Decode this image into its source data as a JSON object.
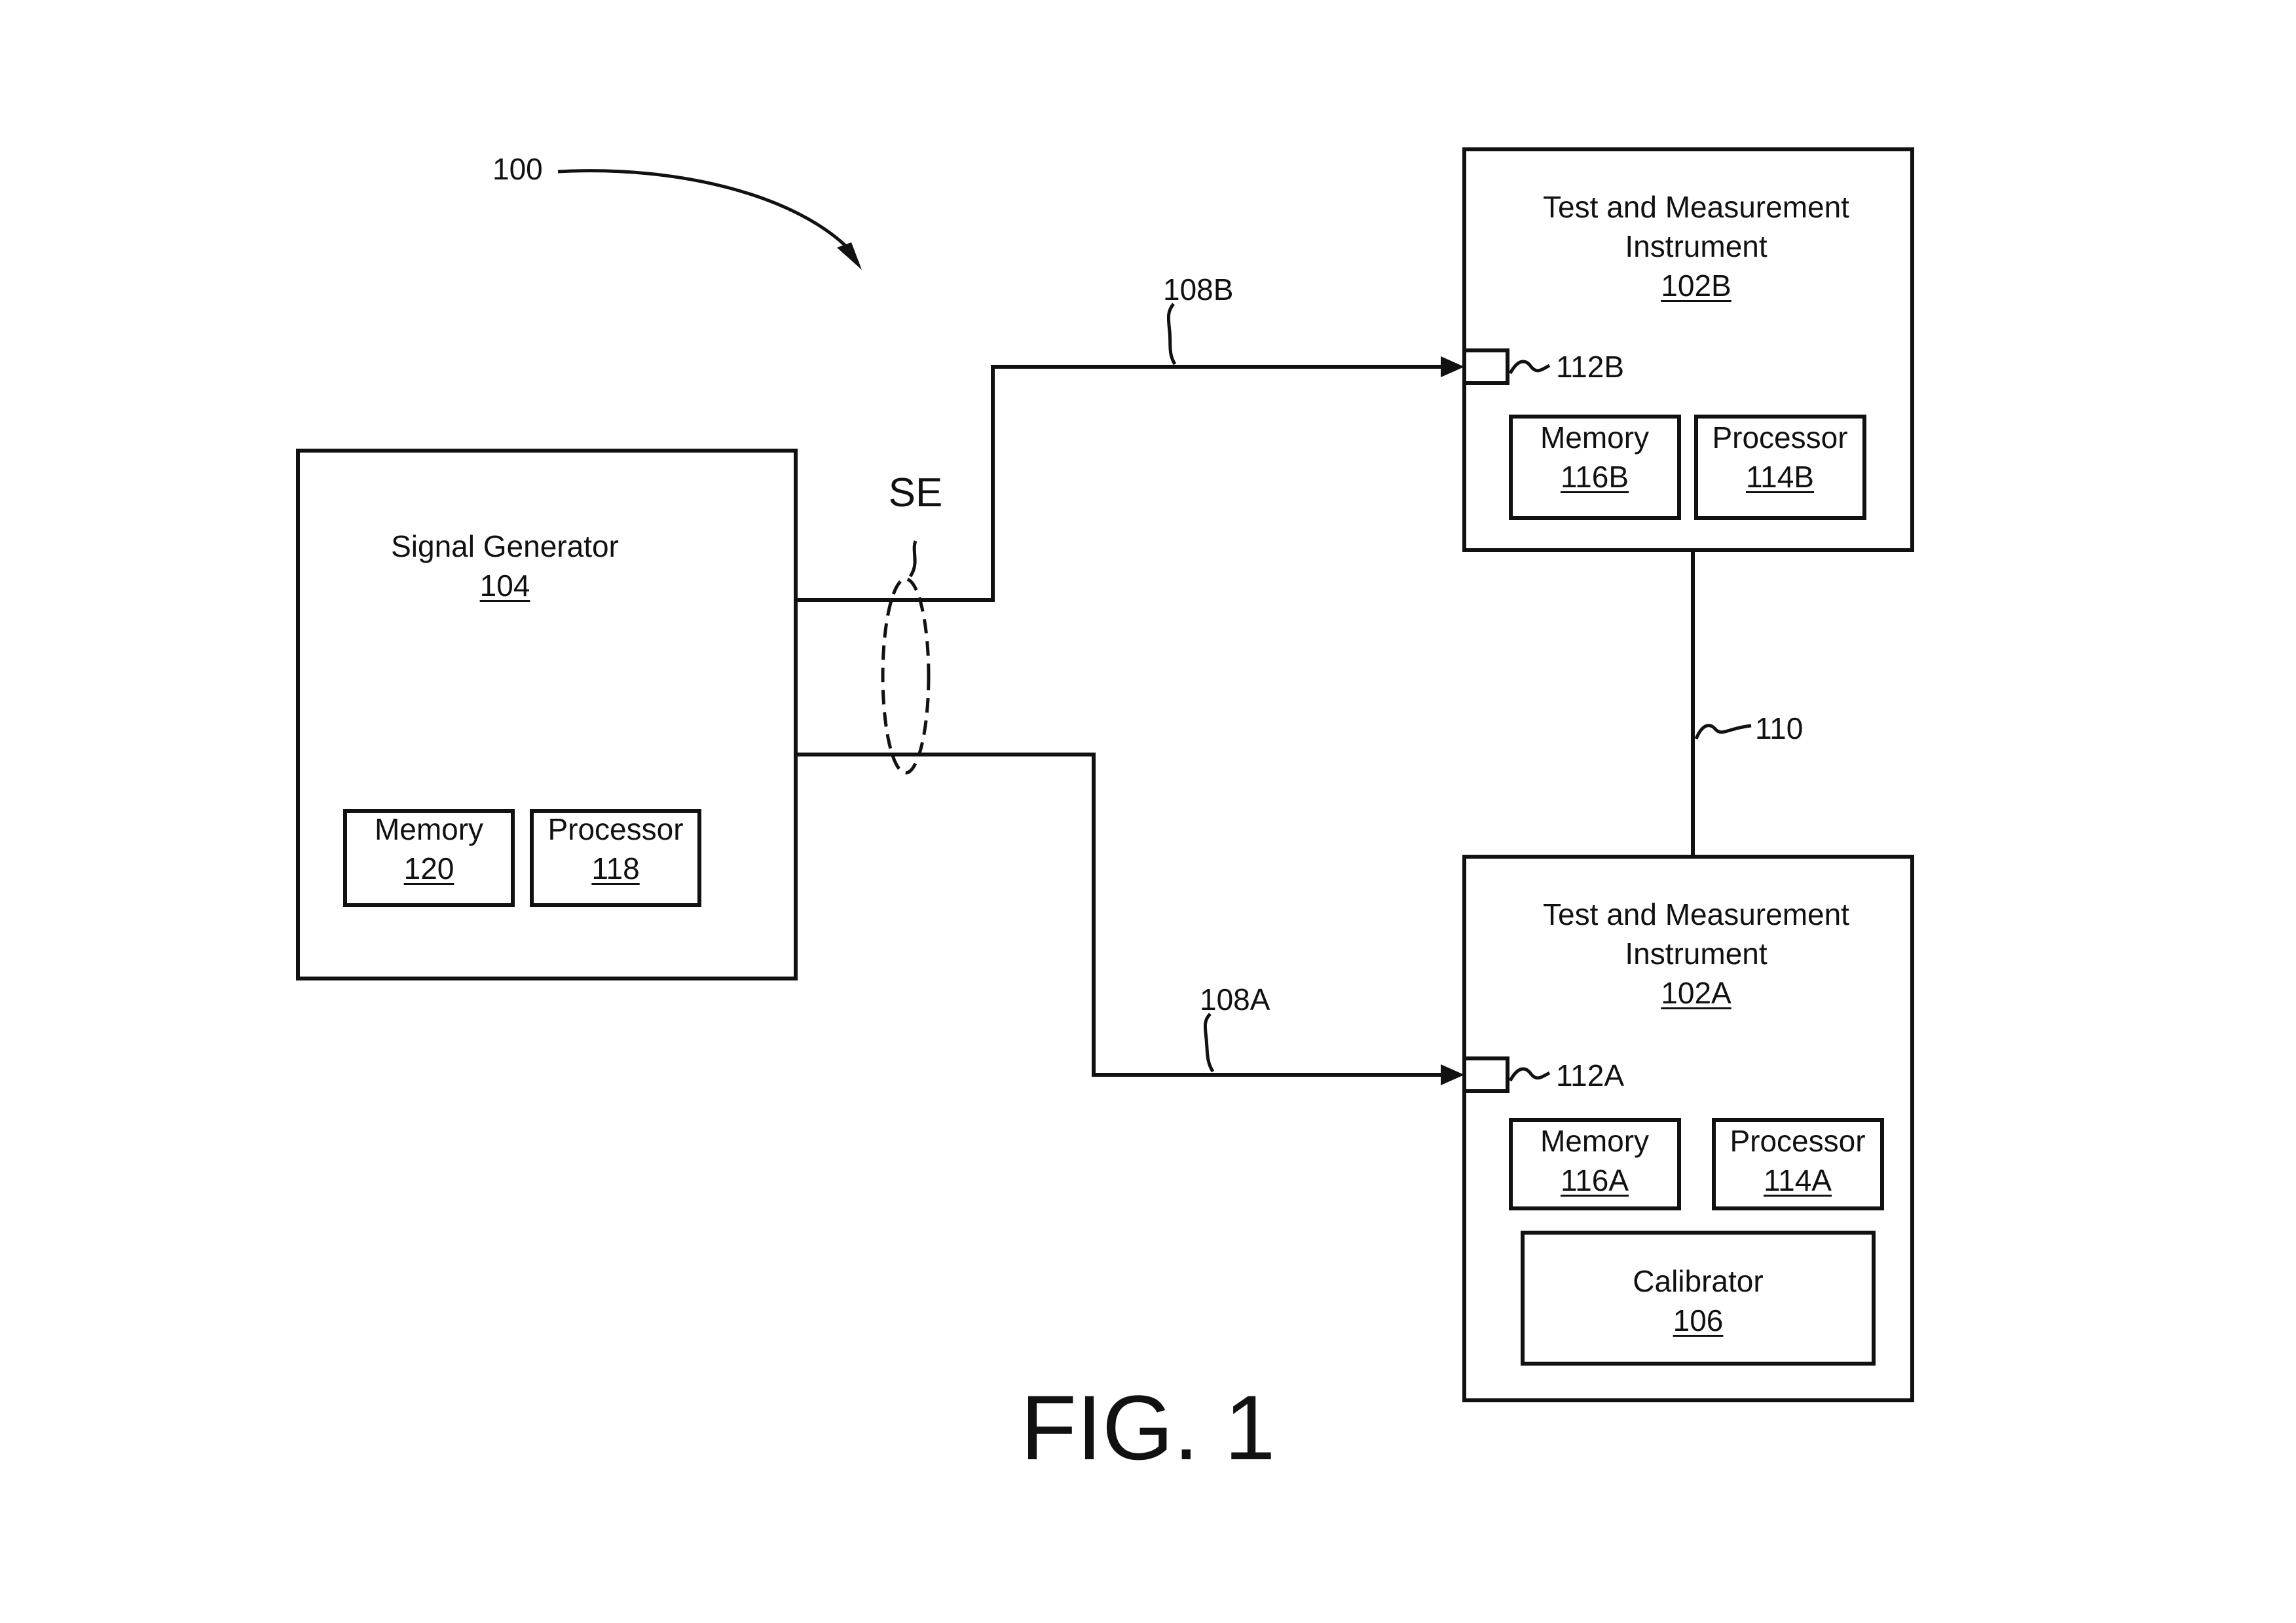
{
  "figure": {
    "label": "FIG. 1",
    "system_ref": "100",
    "se_label": "SE"
  },
  "signal_generator": {
    "title": "Signal Generator",
    "ref": "104",
    "memory": {
      "label": "Memory",
      "ref": "120"
    },
    "processor": {
      "label": "Processor",
      "ref": "118"
    }
  },
  "instrument_b": {
    "title_line1": "Test and Measurement",
    "title_line2": "Instrument",
    "ref": "102B",
    "port_ref": "112B",
    "memory": {
      "label": "Memory",
      "ref": "116B"
    },
    "processor": {
      "label": "Processor",
      "ref": "114B"
    }
  },
  "instrument_a": {
    "title_line1": "Test and Measurement",
    "title_line2": "Instrument",
    "ref": "102A",
    "port_ref": "112A",
    "memory": {
      "label": "Memory",
      "ref": "116A"
    },
    "processor": {
      "label": "Processor",
      "ref": "114A"
    },
    "calibrator": {
      "label": "Calibrator",
      "ref": "106"
    }
  },
  "connections": {
    "line_108b": "108B",
    "line_108a": "108A",
    "link_110": "110"
  }
}
